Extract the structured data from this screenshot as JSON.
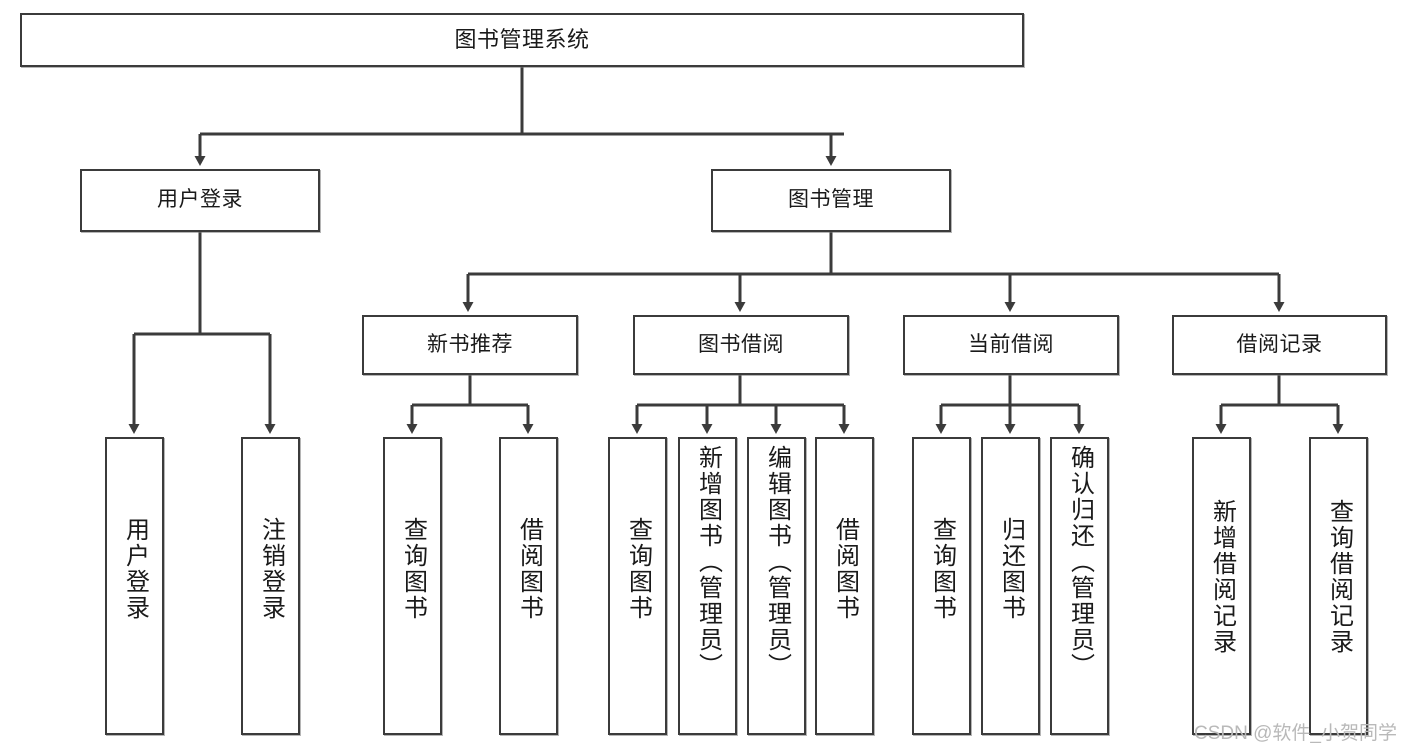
{
  "diagram": {
    "title": "图书管理系统",
    "type": "tree",
    "watermark": "CSDN @软件_小贺同学",
    "colors": {
      "node_border": "#3b3b3b",
      "node_fill": "#ffffff",
      "edge": "#3b3b3b",
      "text": "#1a1a1a",
      "watermark": "#b9b9b9"
    },
    "nodes": {
      "root": {
        "label": "图书管理系统"
      },
      "level2": [
        {
          "label": "用户登录"
        },
        {
          "label": "图书管理"
        }
      ],
      "level3": [
        {
          "label": "新书推荐"
        },
        {
          "label": "图书借阅"
        },
        {
          "label": "当前借阅"
        },
        {
          "label": "借阅记录"
        }
      ],
      "leaves": {
        "user_login": [
          {
            "label": "用户登录"
          },
          {
            "label": "注销登录"
          }
        ],
        "new_book_recommend": [
          {
            "label": "查询图书"
          },
          {
            "label": "借阅图书"
          }
        ],
        "book_borrow": [
          {
            "label": "查询图书"
          },
          {
            "label": "新增图书（管理员）"
          },
          {
            "label": "编辑图书（管理员）"
          },
          {
            "label": "借阅图书"
          }
        ],
        "current_borrow": [
          {
            "label": "查询图书"
          },
          {
            "label": "归还图书"
          },
          {
            "label": "确认归还（管理员）"
          }
        ],
        "borrow_record": [
          {
            "label": "新增借阅记录"
          },
          {
            "label": "查询借阅记录"
          }
        ]
      }
    }
  }
}
